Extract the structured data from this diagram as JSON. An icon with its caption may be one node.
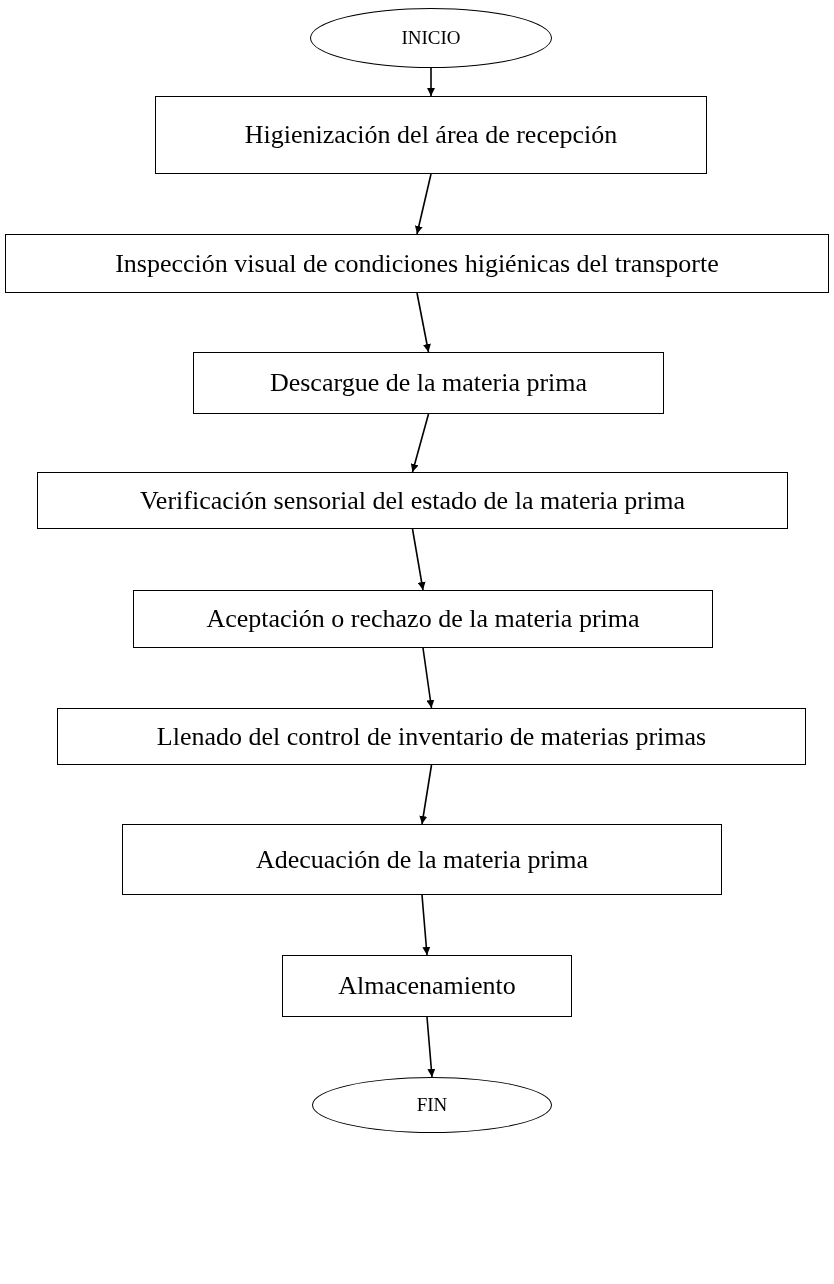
{
  "diagram": {
    "nodes": [
      {
        "text": [
          "INICIO"
        ]
      },
      {
        "text": [
          "Higienización del área de recepción"
        ]
      },
      {
        "text": [
          "Inspección visual de condiciones higiénicas del transporte"
        ]
      },
      {
        "text": [
          "Descargue de la materia prima"
        ]
      },
      {
        "text": [
          "Verificación sensorial del estado de la materia prima"
        ]
      },
      {
        "text": [
          "Aceptación o rechazo de la materia prima"
        ]
      },
      {
        "text": [
          "Llenado del control de inventario de materias primas"
        ]
      },
      {
        "text": [
          "Adecuación de la materia prima"
        ]
      },
      {
        "text": [
          "Almacenamiento"
        ]
      },
      {
        "text": [
          "FIN"
        ]
      }
    ],
    "edges": [
      {
        "from": 0,
        "to": 1,
        "arrow": "to"
      },
      {
        "from": 1,
        "to": 2,
        "arrow": "to"
      },
      {
        "from": 2,
        "to": 3,
        "arrow": "to"
      },
      {
        "from": 3,
        "to": 4,
        "arrow": "to"
      },
      {
        "from": 4,
        "to": 5,
        "arrow": "to"
      },
      {
        "from": 5,
        "to": 6,
        "arrow": "to"
      },
      {
        "from": 6,
        "to": 7,
        "arrow": "to"
      },
      {
        "from": 7,
        "to": 8,
        "arrow": "to"
      },
      {
        "from": 8,
        "to": 9,
        "arrow": "to"
      }
    ]
  }
}
